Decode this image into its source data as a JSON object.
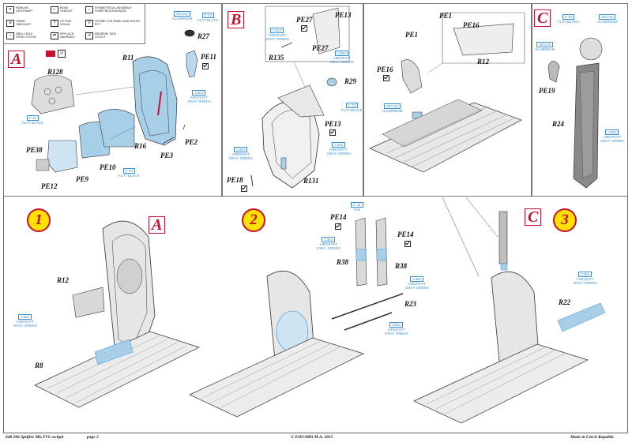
{
  "legend": {
    "items": [
      {
        "icon": "remove-icon",
        "text": "REMOVE\nODSTRANIT"
      },
      {
        "icon": "bend-icon",
        "text": "BEND\nOHNOUT"
      },
      {
        "icon": "symmetrical-icon",
        "text": "SYMMETRICAL ASSEMBLY\nSYMETRICKA MONTAZ"
      },
      {
        "icon": "grind-icon",
        "text": "GRIND\nOBROUSIT"
      },
      {
        "icon": "option-icon",
        "text": "OPTION\nVOLBA"
      },
      {
        "icon": "scribe-icon",
        "text": "SCRIBE THE PANEL AND HOLES\nRYT"
      },
      {
        "icon": "drill-icon",
        "text": "DRILL HOLE\nVRTAT OTVOR"
      },
      {
        "icon": "replace-icon",
        "text": "REPLACE\nNAHRADIT"
      },
      {
        "icon": "reverse-icon",
        "text": "REVERSE SIDE\nOTOCIT"
      }
    ]
  },
  "panels": {
    "a": {
      "label": "A"
    },
    "b": {
      "label": "B"
    },
    "c": {
      "label": "C"
    }
  },
  "parts": {
    "R27": "R27",
    "R11": "R11",
    "PE11": "PE11",
    "R128": "R128",
    "R16": "R16",
    "PE38": "PE38",
    "PE10": "PE10",
    "PE2": "PE2",
    "PE3": "PE3",
    "PE9": "PE9",
    "PE12": "PE12",
    "PE13_top": "PE13",
    "PE27_a": "PE27",
    "PE27_b": "PE27",
    "R135": "R135",
    "R29": "R29",
    "PE13": "PE13",
    "PE18": "PE18",
    "R131": "R131",
    "PE1": "PE1",
    "PE16_a": "PE16",
    "R12_top": "R12",
    "PE1_b": "PE1",
    "PE16": "PE16",
    "PE19": "PE19",
    "R24": "R24",
    "R12": "R12",
    "R8": "R8",
    "PE14_a": "PE14",
    "PE14_b": "PE14",
    "R38_a": "R38",
    "R38_b": "R38",
    "R23": "R23",
    "R22": "R22"
  },
  "callouts": {
    "mc218_top": {
      "code": "MC218",
      "name": "ALUMINIUM"
    },
    "c33_r27": {
      "code": "C 33",
      "name": "FLAT BLACK"
    },
    "c364_pe11": {
      "code": "C364",
      "name": "AIRCRAFT\nGRAY GREEN"
    },
    "c33_r128": {
      "code": "C 33",
      "name": "FLAT BLACK"
    },
    "c33_pe10": {
      "code": "C 33",
      "name": "FLAT BLACK"
    },
    "c364_r135": {
      "code": "C364",
      "name": "AIRCRAFT\nGRAY GREEN"
    },
    "c364_pe27": {
      "code": "C364",
      "name": "AIRCRAFT\nGRAY GREEN"
    },
    "c33_r29": {
      "code": "C 33",
      "name": "FLAT BLACK"
    },
    "c364_pe13": {
      "code": "C364",
      "name": "AIRCRAFT\nGRAY GREEN"
    },
    "c364_pe18": {
      "code": "C364",
      "name": "AIRCRAFT\nGRAY GREEN"
    },
    "mc218_pe16": {
      "code": "MC218",
      "name": "ALUMINIUM"
    },
    "c33_c": {
      "code": "C 33",
      "name": "FLAT BLACK"
    },
    "mc218_c": {
      "code": "MC218",
      "name": "ALUMINIUM"
    },
    "mc218_pe19": {
      "code": "MC218",
      "name": "ALUMINIUM"
    },
    "c364_r24": {
      "code": "C364",
      "name": "AIRCRAFT\nGRAY GREEN"
    },
    "c364_r12": {
      "code": "C364",
      "name": "AIRCRAFT\nGRAY GREEN"
    },
    "c44_tan": {
      "code": "C 44",
      "name": "TAN"
    },
    "c364_r38a": {
      "code": "C364",
      "name": "AIRCRAFT\nGRAY GREEN"
    },
    "c364_r38b": {
      "code": "C364",
      "name": "AIRCRAFT\nGRAY GREEN"
    },
    "c364_r23": {
      "code": "C364",
      "name": "AIRCRAFT\nGRAY GREEN"
    },
    "c364_r22": {
      "code": "C364",
      "name": "AIRCRAFT\nGRAY GREEN"
    }
  },
  "steps": {
    "s1": "1",
    "s1_panel": "A",
    "s2": "2",
    "s3": "3",
    "s3_panel": "C"
  },
  "footer": {
    "left": "648 206  Spitfire Mk.XVI cockpit",
    "page": "page 2",
    "center": "© EDUARD  M.A. 2015",
    "right": "Made in Czech Republic"
  },
  "colors": {
    "accent_red": "#c8102e",
    "callout_blue": "#3a8fd0",
    "part_blue": "#a8cfe8",
    "step_yellow": "#ffe100"
  }
}
